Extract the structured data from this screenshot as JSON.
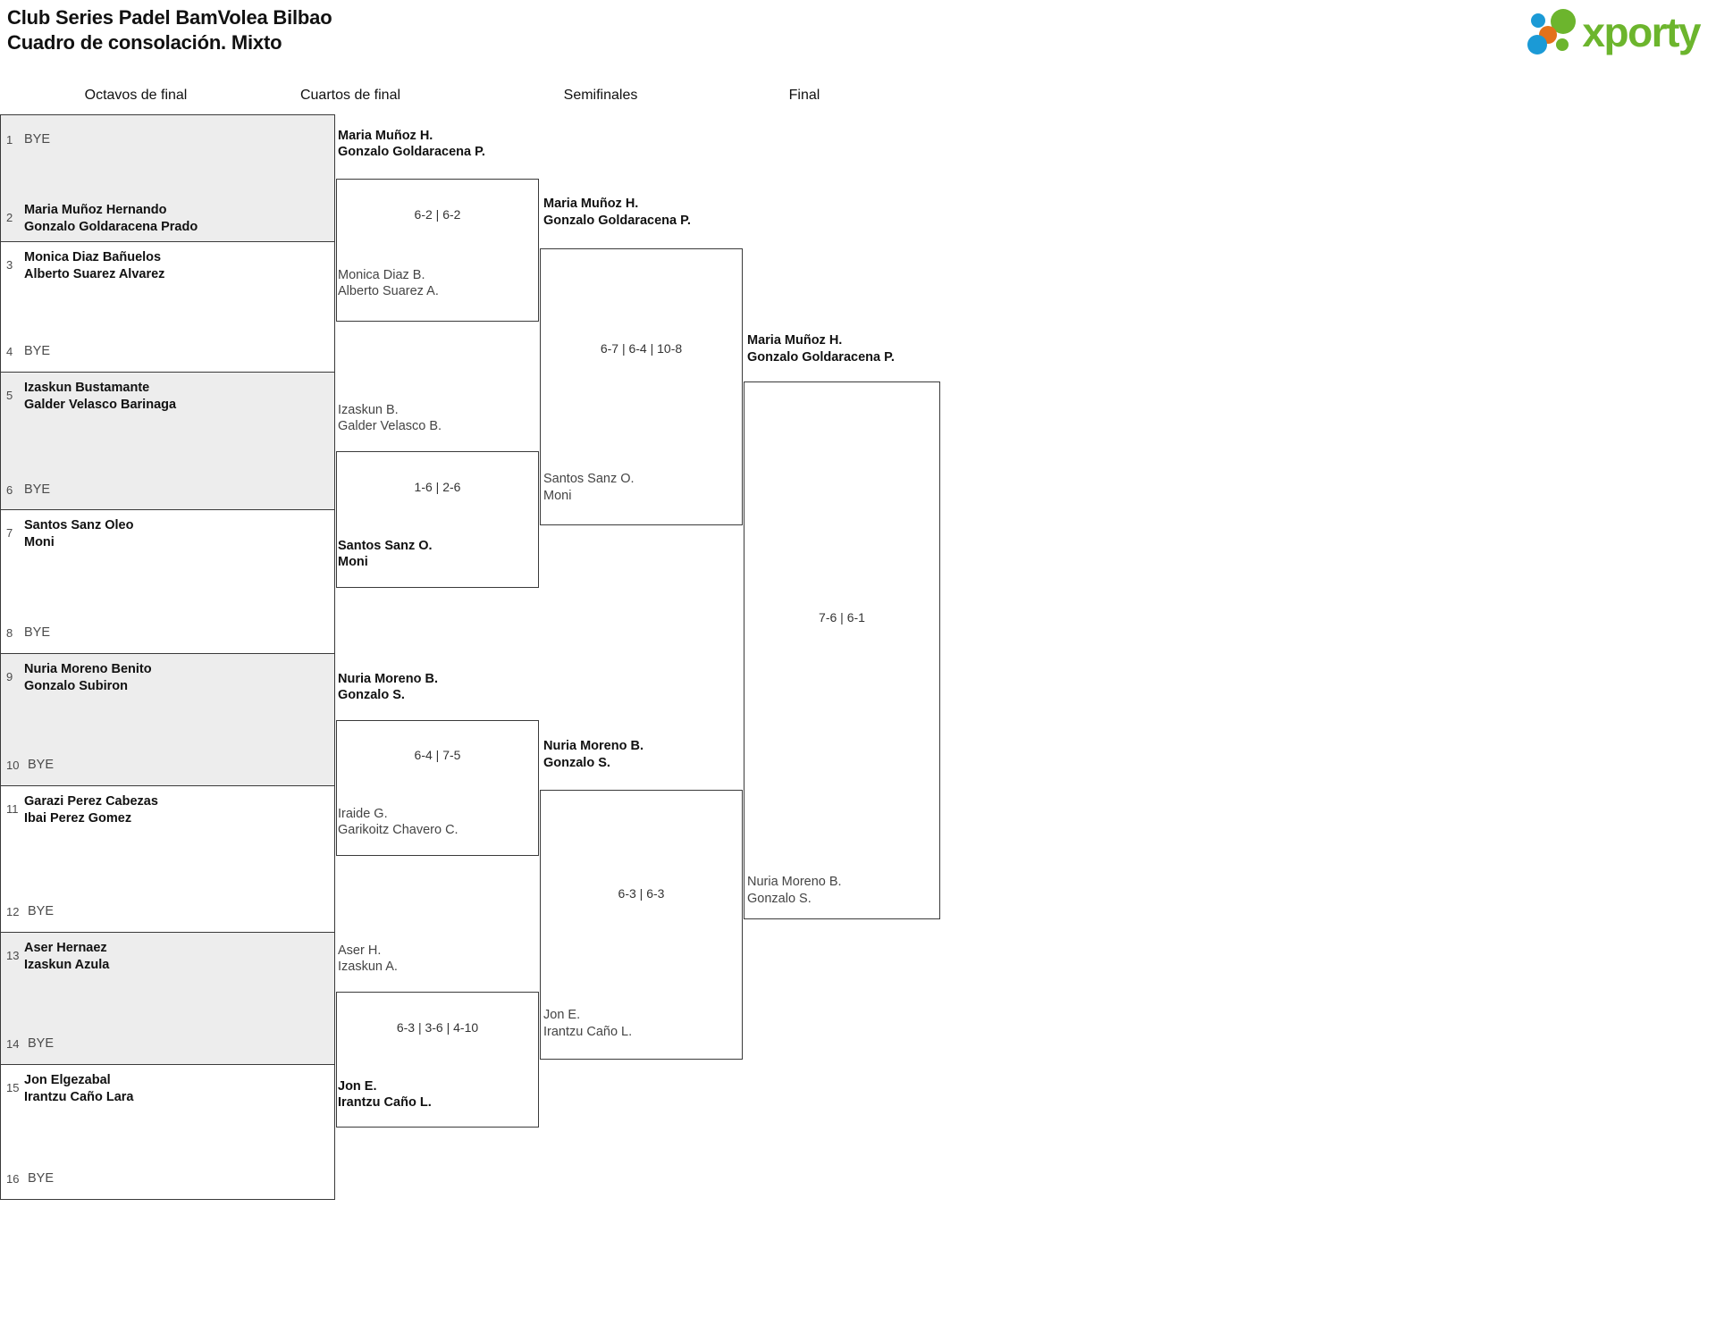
{
  "header": {
    "title_line1": "Club Series Padel BamVolea Bilbao",
    "title_line2": "Cuadro de consolación. Mixto",
    "logo_text": "xporty",
    "logo_colors": {
      "green": "#6cb52d",
      "blue": "#1b9ad6",
      "orange": "#e3711a"
    }
  },
  "rounds": [
    {
      "label": "Octavos de final"
    },
    {
      "label": "Cuartos de final"
    },
    {
      "label": "Semifinales"
    },
    {
      "label": "Final"
    }
  ],
  "round1": {
    "seeds": [
      {
        "num": "1",
        "line1": "BYE",
        "line2": "",
        "bye": true,
        "winner": false,
        "shaded": true
      },
      {
        "num": "2",
        "line1": "Maria Muñoz Hernando",
        "line2": "Gonzalo Goldaracena Prado",
        "bye": false,
        "winner": true,
        "shaded": true
      },
      {
        "num": "3",
        "line1": "Monica Diaz Bañuelos",
        "line2": "Alberto Suarez Alvarez",
        "bye": false,
        "winner": true,
        "shaded": false
      },
      {
        "num": "4",
        "line1": "BYE",
        "line2": "",
        "bye": true,
        "winner": false,
        "shaded": false
      },
      {
        "num": "5",
        "line1": "Izaskun Bustamante",
        "line2": "Galder Velasco Barinaga",
        "bye": false,
        "winner": true,
        "shaded": true
      },
      {
        "num": "6",
        "line1": "BYE",
        "line2": "",
        "bye": true,
        "winner": false,
        "shaded": true
      },
      {
        "num": "7",
        "line1": "Santos Sanz Oleo",
        "line2": "Moni",
        "bye": false,
        "winner": true,
        "shaded": false
      },
      {
        "num": "8",
        "line1": "BYE",
        "line2": "",
        "bye": true,
        "winner": false,
        "shaded": false
      },
      {
        "num": "9",
        "line1": "Nuria Moreno Benito",
        "line2": "Gonzalo Subiron",
        "bye": false,
        "winner": true,
        "shaded": true
      },
      {
        "num": "10",
        "line1": "BYE",
        "line2": "",
        "bye": true,
        "winner": false,
        "shaded": true
      },
      {
        "num": "11",
        "line1": "Garazi Perez Cabezas",
        "line2": "Ibai Perez Gomez",
        "bye": false,
        "winner": true,
        "shaded": false
      },
      {
        "num": "12",
        "line1": "BYE",
        "line2": "",
        "bye": true,
        "winner": false,
        "shaded": false
      },
      {
        "num": "13",
        "line1": "Aser Hernaez",
        "line2": "Izaskun Azula",
        "bye": false,
        "winner": true,
        "shaded": true
      },
      {
        "num": "14",
        "line1": "BYE",
        "line2": "",
        "bye": true,
        "winner": false,
        "shaded": true
      },
      {
        "num": "15",
        "line1": "Jon Elgezabal",
        "line2": "Irantzu Caño Lara",
        "bye": false,
        "winner": true,
        "shaded": false
      },
      {
        "num": "16",
        "line1": "BYE",
        "line2": "",
        "bye": true,
        "winner": false,
        "shaded": false
      }
    ]
  },
  "quarterfinals": [
    {
      "top": {
        "line1": "Maria Muñoz H.",
        "line2": "Gonzalo Goldaracena P.",
        "winner": true
      },
      "bottom": {
        "line1": "Monica Diaz B.",
        "line2": "Alberto Suarez A.",
        "winner": false
      },
      "score": "6-2 | 6-2"
    },
    {
      "top": {
        "line1": "Izaskun B.",
        "line2": "Galder Velasco B.",
        "winner": false
      },
      "bottom": {
        "line1": "Santos Sanz O.",
        "line2": "Moni",
        "winner": true
      },
      "score": "1-6 | 2-6"
    },
    {
      "top": {
        "line1": "Nuria Moreno B.",
        "line2": "Gonzalo S.",
        "winner": true
      },
      "bottom": {
        "line1": "Iraide G.",
        "line2": "Garikoitz Chavero C.",
        "winner": false
      },
      "score": "6-4 | 7-5"
    },
    {
      "top": {
        "line1": "Aser H.",
        "line2": "Izaskun A.",
        "winner": false
      },
      "bottom": {
        "line1": "Jon E.",
        "line2": "Irantzu Caño L.",
        "winner": true
      },
      "score": "6-3 | 3-6 | 4-10"
    }
  ],
  "semifinals": [
    {
      "top": {
        "line1": "Maria Muñoz H.",
        "line2": "Gonzalo Goldaracena P.",
        "winner": true
      },
      "bottom": {
        "line1": "Santos Sanz O.",
        "line2": "Moni",
        "winner": false
      },
      "score": "6-7 | 6-4 | 10-8"
    },
    {
      "top": {
        "line1": "Nuria Moreno B.",
        "line2": "Gonzalo S.",
        "winner": true
      },
      "bottom": {
        "line1": "Jon E.",
        "line2": "Irantzu Caño L.",
        "winner": false
      },
      "score": "6-3 | 6-3"
    }
  ],
  "final": {
    "top": {
      "line1": "Maria Muñoz H.",
      "line2": "Gonzalo Goldaracena P.",
      "winner": true
    },
    "bottom": {
      "line1": "Nuria Moreno B.",
      "line2": "Gonzalo S.",
      "winner": false
    },
    "score": "7-6 | 6-1"
  }
}
